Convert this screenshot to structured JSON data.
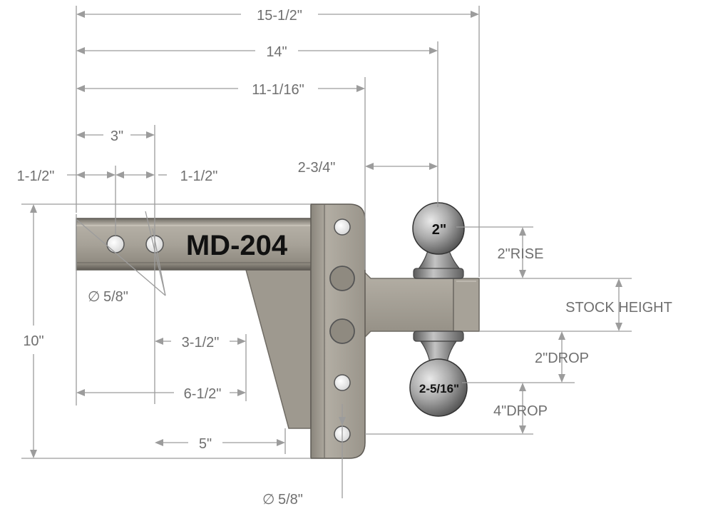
{
  "model": "MD-204",
  "dimensions": {
    "overall_length": "15-1/2\"",
    "length_to_ball_center": "14\"",
    "length_to_mount_face": "11-1/16\"",
    "hole_spacing": "3\"",
    "hole_offset_left": "1-1/2\"",
    "hole_offset_right": "1-1/2\"",
    "pin_hole_diameter": "5/8\"",
    "ball_offset": "2-3/4\"",
    "overall_height": "10\"",
    "hole_to_gusset": "3-1/2\"",
    "end_to_gusset": "6-1/2\"",
    "gusset_length": "5\"",
    "mount_hole_diameter": "5/8\""
  },
  "labels": {
    "rise": "2\"RISE",
    "stock_height": "STOCK HEIGHT",
    "drop_2": "2\"DROP",
    "drop_4": "4\"DROP",
    "diameter_symbol": "∅"
  },
  "balls": {
    "top": "2\"",
    "bottom": "2-5/16\""
  },
  "colors": {
    "metal": "#a7a298",
    "metal_dark": "#6f6b64",
    "dimension_line": "#9c9c9c",
    "label_text": "#6f6f6f"
  }
}
